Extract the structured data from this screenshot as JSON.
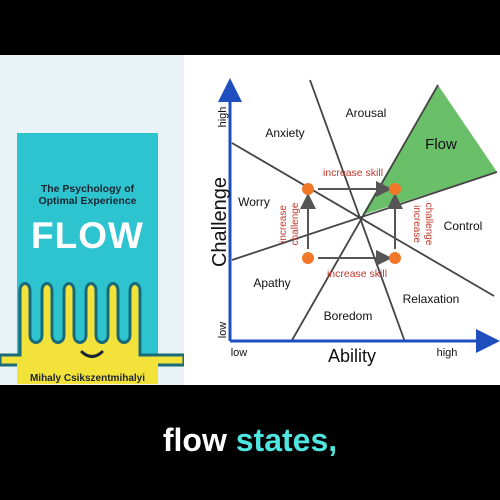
{
  "book": {
    "subtitle_line1": "The Psychology of",
    "subtitle_line2": "Optimal Experience",
    "title": "FLOW",
    "author": "Mihaly Csikszentmihalyi"
  },
  "diagram": {
    "y_axis_title": "Challenge",
    "x_axis_title": "Ability",
    "y_high": "high",
    "y_low": "low",
    "x_low": "low",
    "x_high": "high",
    "regions": {
      "flow": "Flow",
      "arousal": "Arousal",
      "anxiety": "Anxiety",
      "worry": "Worry",
      "apathy": "Apathy",
      "boredom": "Boredom",
      "relaxation": "Relaxation",
      "control": "Control"
    },
    "annotations": {
      "increase_skill_top": "increase skill",
      "increase_skill_bottom": "increase skill",
      "increase_challenge_left_1": "increase",
      "increase_challenge_left_2": "challenge",
      "increase_challenge_right_1": "increase",
      "increase_challenge_right_2": "challenge"
    },
    "colors": {
      "axis": "#1f4fbf",
      "flow_region": "#6abf69",
      "annotation": "#c0392b",
      "marker": "#f07828"
    }
  },
  "caption": {
    "word1": "flow",
    "word2": "states,"
  }
}
